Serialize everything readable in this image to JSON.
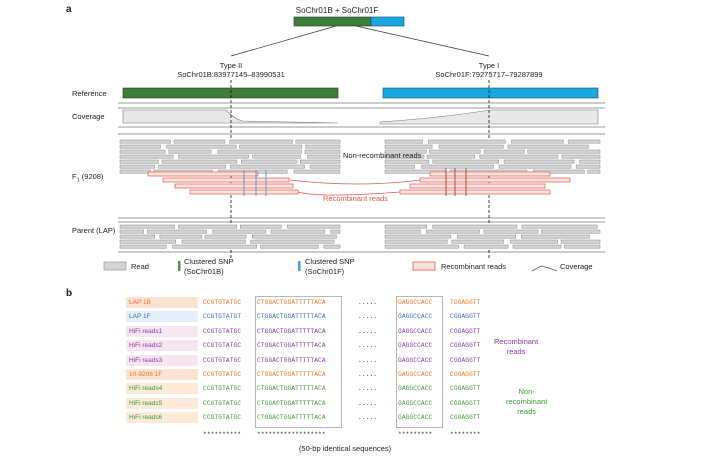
{
  "panel_a": {
    "label": "a",
    "top_title": "SoChr01B + SoChr01F",
    "type_ii": "Type II",
    "type_ii_coords": "SoChr01B:83977145–83990531",
    "type_i": "Type I",
    "type_i_coords": "SoChr01F:79275717–79287899",
    "tracks": {
      "reference": "Reference",
      "coverage": "Coverage",
      "f1_prefix": "F",
      "f1_sub": "1",
      "f1_suffix": " (9208)",
      "parent": "Parent (LAP)"
    },
    "annotations": {
      "non_recombinant": "Non-recombinant reads",
      "recombinant": "Recombinant reads"
    },
    "legend": {
      "read": "Read",
      "snp_b_line1": "Clustered SNP",
      "snp_b_line2": "(SoChr01B)",
      "snp_f_line1": "Clustered SNP",
      "snp_f_line2": "(SoChr01F)",
      "recombinant_reads": "Recombinant reads",
      "coverage": "Coverage"
    },
    "colors": {
      "chr01b": "#3e7d3a",
      "chr01f": "#1aa6df",
      "recombinant": "#e05a4e",
      "read_fill": "#d4d4d4",
      "snp_b": "#4a9a44",
      "snp_f": "#4a9fd6"
    }
  },
  "panel_b": {
    "label": "b",
    "rows": [
      {
        "name": "LAP 1B",
        "left": "CCGTGTATGC",
        "block1": "CTGGACTGGATTTTTACA",
        "block2": "GAGGCCACC",
        "right": "TGGAGGTT",
        "group": "orange"
      },
      {
        "name": "LAP 1F",
        "left": "CCGTGTATGT",
        "block1": "CTGGACTGGATTTTTACA",
        "block2": "GAGGCCACC",
        "right": "CGGAGGTT",
        "group": "blue"
      },
      {
        "name": "HiFi reads1",
        "left": "CCGTGTATGC",
        "block1": "CTGGACTGGATTTTTACA",
        "block2": "GAGGCCACC",
        "right": "CGGAGGTT",
        "group": "purple"
      },
      {
        "name": "HiFi reads2",
        "left": "CCGTGTATGC",
        "block1": "CTGGACTGGATTTTTACA",
        "block2": "GAGGCCACC",
        "right": "CGGAGGTT",
        "group": "purple"
      },
      {
        "name": "HiFi reads3",
        "left": "CCGTGTATGC",
        "block1": "CTGGACTGGATTTTTACA",
        "block2": "GAGGCCACC",
        "right": "CGGAGGTT",
        "group": "purple"
      },
      {
        "name": "10-9208 1F",
        "left": "CCGTGTATGC",
        "block1": "CTGGACTGGATTTTTACA",
        "block2": "GAGGCCACC",
        "right": "CGGAGGTT",
        "group": "orange"
      },
      {
        "name": "HiFi reads4",
        "left": "CCGTGTATGC",
        "block1": "CTGGACTGGATTTTTACA",
        "block2": "GAGGCCACC",
        "right": "CGGAGGTT",
        "group": "green"
      },
      {
        "name": "HiFi reads5",
        "left": "CCGTGTATGC",
        "block1": "CTGGACTGGATTTTTACA",
        "block2": "GAGGCCACC",
        "right": "CGGAGGTT",
        "group": "green"
      },
      {
        "name": "HiFi reads6",
        "left": "CCGTGTATGC",
        "block1": "CTGGACTGGATTTTTACA",
        "block2": "GAGGCCACC",
        "right": "CGGAGGTT",
        "group": "green"
      }
    ],
    "gap": ".....",
    "stars": {
      "left": "**********",
      "block1": "******************",
      "block2": "*********",
      "right": "********"
    },
    "recombinant_label_line1": "Recombinant",
    "recombinant_label_line2": "reads",
    "nonrec_label_line1": "Non-",
    "nonrec_label_line2": "recombinant",
    "nonrec_label_line3": "reads",
    "footer": "(50-bp identical sequences)",
    "group_colors": {
      "orange": "#e8742a",
      "blue": "#2f72c4",
      "purple": "#8a3aa6",
      "green": "#3e9a3a"
    },
    "tag_bg": {
      "orange": "#fbe3d1",
      "blue": "#e6eef9",
      "purple": "#f6e6f0",
      "green": "#fde9d8"
    }
  }
}
